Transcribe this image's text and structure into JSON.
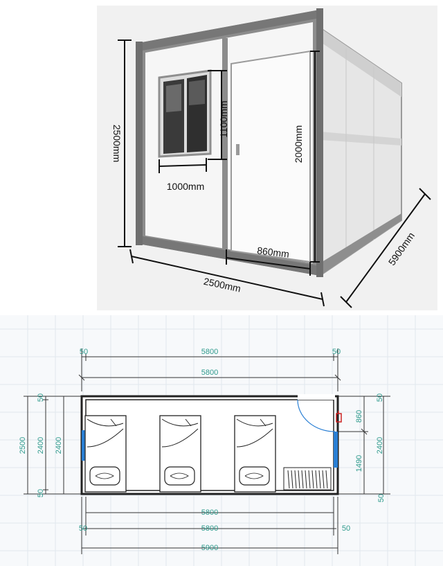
{
  "photo_dims": {
    "height": "2500mm",
    "window_height": "1100mm",
    "door_height": "2000mm",
    "window_width": "1000mm",
    "door_width": "860mm",
    "width": "2500mm",
    "length": "5900mm"
  },
  "plan_dims": {
    "top_50_left": "50",
    "top_5800_outer": "5800",
    "top_50_right": "50",
    "top_5800_inner": "5800",
    "left_2500": "2500",
    "left_2400_a": "2400",
    "left_2400_b": "2400",
    "left_50_top": "50",
    "left_50_bottom": "50",
    "right_860": "860",
    "right_1490": "1490",
    "right_2400": "2400",
    "right_50_top": "50",
    "right_50_bottom": "50",
    "bottom_5800_a": "5800",
    "bottom_50_left": "50",
    "bottom_5800_b": "5800",
    "bottom_50_right": "50",
    "bottom_5900": "5900"
  },
  "colors": {
    "dim_text": "#2e9a8c",
    "wall": "#222222",
    "window_blue": "#2a7fd4",
    "door_blue": "#2a7fd4",
    "fire_ext": "#cc2222",
    "grid": "#dfe6ee"
  },
  "icons": [
    "bed-icon",
    "pillow-icon",
    "door-swing-icon",
    "fire-extinguisher-icon",
    "shoe-rack-icon"
  ]
}
